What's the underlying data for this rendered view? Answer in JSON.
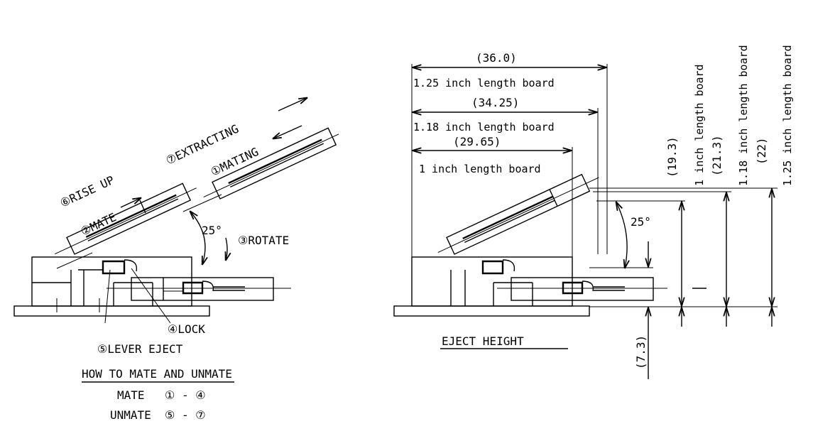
{
  "left_view": {
    "steps": {
      "mating": "①MATING",
      "mate": "②MATE",
      "rotate": "③ROTATE",
      "lock": "④LOCK",
      "lever_eject": "⑤LEVER EJECT",
      "rise_up": "⑥RISE UP",
      "extracting": "⑦EXTRACTING"
    },
    "angle_label": "25°",
    "caption": {
      "title": "HOW TO MATE AND UNMATE",
      "mate_label": "MATE",
      "mate_range": "① - ④",
      "unmate_label": "UNMATE",
      "unmate_range": "⑤ - ⑦"
    }
  },
  "right_view": {
    "caption": "EJECT HEIGHT",
    "angle_label": "25°",
    "horizontal_dims": [
      {
        "value": "(36.0)",
        "label": "1.25 inch length board"
      },
      {
        "value": "(34.25)",
        "label": "1.18 inch length board"
      },
      {
        "value": "(29.65)",
        "label": "1 inch length board"
      }
    ],
    "vertical_dims": [
      {
        "value": "(19.3)",
        "label": "1 inch length board"
      },
      {
        "value": "(21.3)",
        "label": "1.18 inch length board"
      },
      {
        "value": "(22)",
        "label": "1.25 inch length board"
      }
    ],
    "base_height": "(7.3)"
  }
}
